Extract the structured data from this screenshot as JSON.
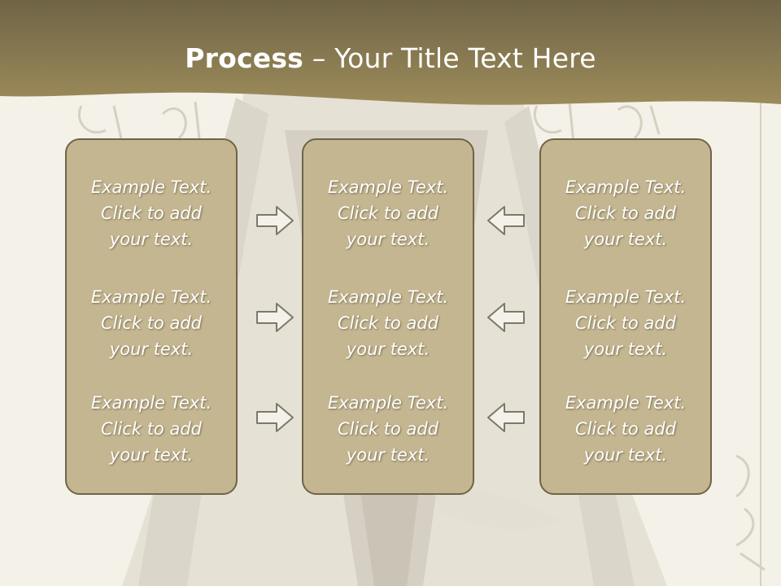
{
  "title": {
    "bold": "Process",
    "rest": " – Your Title Text Here"
  },
  "columns": [
    {
      "items": [
        {
          "line1": "Example Text.",
          "line2": "Click  to add",
          "line3": "your text."
        },
        {
          "line1": "Example Text.",
          "line2": "Click  to add",
          "line3": "your text."
        },
        {
          "line1": "Example Text.",
          "line2": "Click  to add",
          "line3": "your text."
        }
      ]
    },
    {
      "items": [
        {
          "line1": "Example Text.",
          "line2": "Click  to add",
          "line3": "your text."
        },
        {
          "line1": "Example Text.",
          "line2": "Click  to add",
          "line3": "your text."
        },
        {
          "line1": "Example Text.",
          "line2": "Click  to add",
          "line3": "your text."
        }
      ]
    },
    {
      "items": [
        {
          "line1": "Example Text.",
          "line2": "Click  to add",
          "line3": "your text."
        },
        {
          "line1": "Example Text.",
          "line2": "Click  to add",
          "line3": "your text."
        },
        {
          "line1": "Example Text.",
          "line2": "Click  to add",
          "line3": "your text."
        }
      ]
    }
  ],
  "arrows": {
    "left_group": "right-arrow-icon",
    "right_group": "left-arrow-icon"
  },
  "colors": {
    "header": "#8c7d52",
    "box_fill": "#c4b690",
    "box_border": "#6e6448",
    "background": "#f4f1e8"
  }
}
